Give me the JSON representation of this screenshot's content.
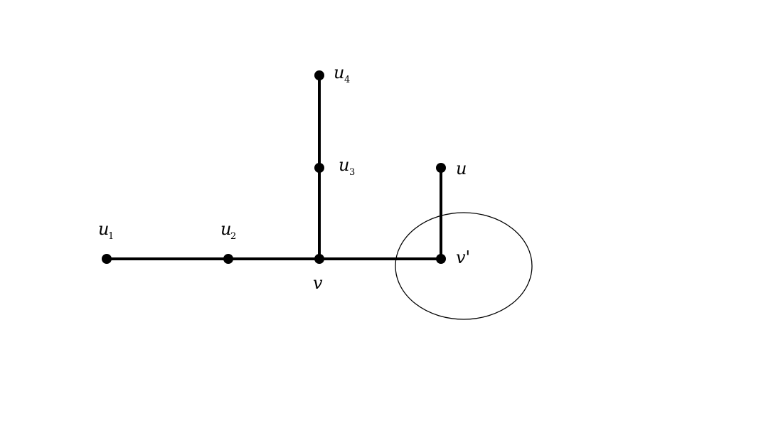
{
  "colors": {
    "background": "#ffffff",
    "ink": "#000000"
  },
  "nodes": {
    "u1": {
      "name": "u",
      "sub": "1"
    },
    "u2": {
      "name": "u",
      "sub": "2"
    },
    "u3": {
      "name": "u",
      "sub": "3"
    },
    "u4": {
      "name": "u",
      "sub": "4"
    },
    "v": {
      "name": "v",
      "sub": ""
    },
    "v_prime": {
      "name": "v'",
      "sub": ""
    },
    "u": {
      "name": "u",
      "sub": ""
    }
  },
  "edges": [
    [
      "u1",
      "u2"
    ],
    [
      "u2",
      "v"
    ],
    [
      "v",
      "u3"
    ],
    [
      "u3",
      "u4"
    ],
    [
      "v",
      "v_prime"
    ],
    [
      "v_prime",
      "u"
    ]
  ],
  "highlight": {
    "node": "v_prime",
    "shape": "ellipse"
  }
}
